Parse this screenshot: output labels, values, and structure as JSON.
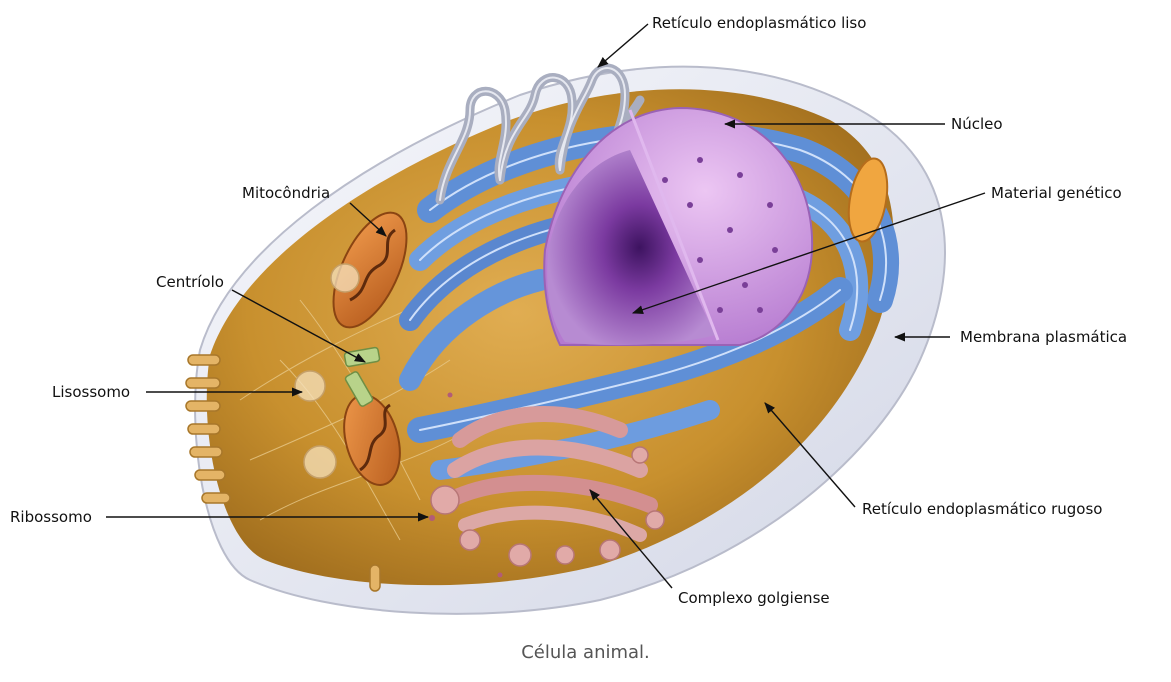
{
  "labels": {
    "reticulo_liso": "Retículo endoplasmático liso",
    "nucleo": "Núcleo",
    "material_genetico": "Material genético",
    "mitocondria": "Mitocôndria",
    "centriolo": "Centríolo",
    "lisossomo": "Lisossomo",
    "membrana": "Membrana plasmática",
    "ribossomo": "Ribossomo",
    "reticulo_rugoso": "Retículo endoplasmático rugoso",
    "golgi": "Complexo golgiense"
  },
  "caption": "Célula animal.",
  "colors": {
    "cytoplasm": "#c8902e",
    "membrane": "#e9ebf3",
    "rough_er": "#5f8fd6",
    "nucleus": "#c98bdc",
    "chromatin": "#6a2a8c",
    "golgi": "#d79a9a",
    "mitochondria": "#d9772f",
    "smooth_er": "#a9aec0"
  }
}
